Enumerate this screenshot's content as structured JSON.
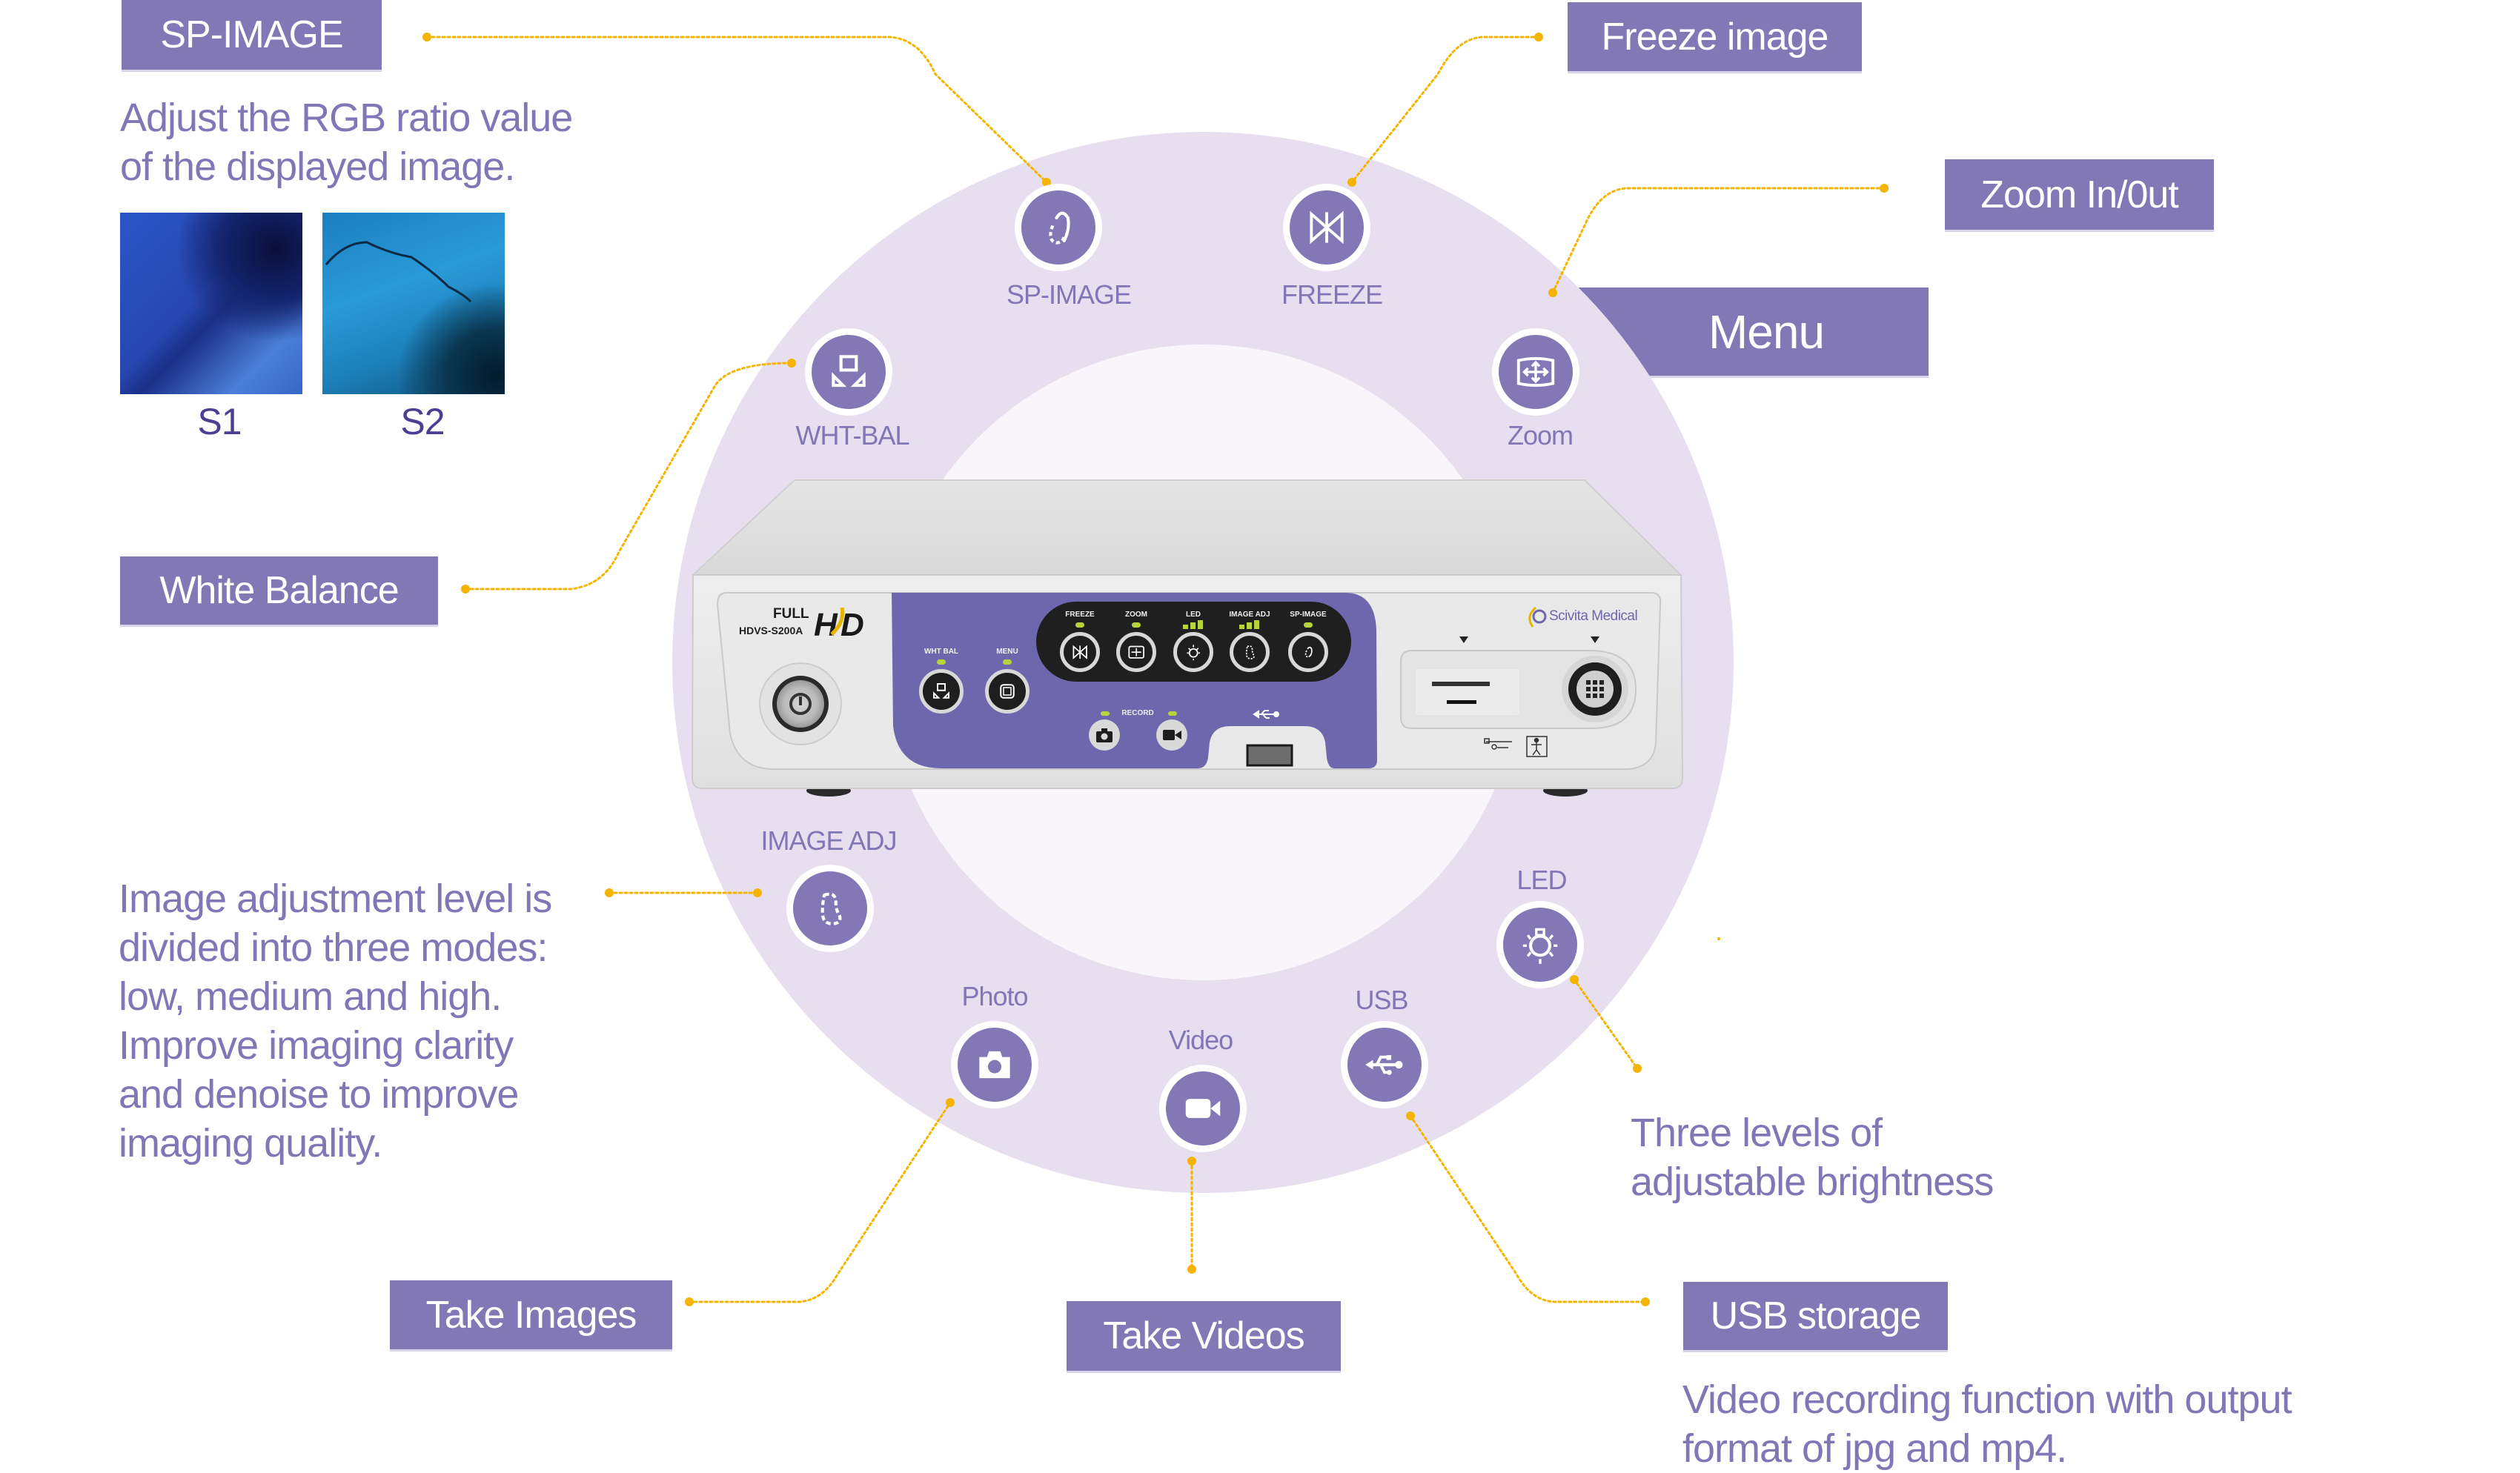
{
  "colors": {
    "accent_purple": "#8278b5",
    "text_purple": "#8177b7",
    "ring_lavender": "#e7dff0",
    "ring_inner": "#f8f6fb",
    "connector_yellow": "#f5b400",
    "thumb_label": "#4b3f93"
  },
  "callouts": {
    "sp_image": "SP-IMAGE",
    "freeze_image": "Freeze image",
    "zoom_in_out": "Zoom In/0ut",
    "menu": "Menu",
    "white_balance": "White Balance",
    "take_images": "Take Images",
    "take_videos": "Take Videos",
    "usb_storage": "USB storage"
  },
  "descriptions": {
    "sp_image": [
      "Adjust the RGB ratio value",
      "of the displayed image."
    ],
    "image_adj": [
      "Image adjustment level is",
      "divided into three modes:",
      "low, medium and high.",
      "Improve imaging clarity",
      "and denoise to improve",
      "imaging quality."
    ],
    "led": [
      "Three levels of",
      "adjustable brightness"
    ],
    "usb": [
      "Video recording function with output",
      "format of jpg and mp4."
    ]
  },
  "thumbnails": [
    {
      "label": "S1",
      "icon": "endoscopy-image-s1"
    },
    {
      "label": "S2",
      "icon": "endoscopy-image-s2"
    }
  ],
  "ring_buttons": [
    {
      "id": "sp-image",
      "label": "SP-IMAGE",
      "icon": "sp-image-icon"
    },
    {
      "id": "freeze",
      "label": "FREEZE",
      "icon": "freeze-icon"
    },
    {
      "id": "wht-bal",
      "label": "WHT-BAL",
      "icon": "white-balance-icon"
    },
    {
      "id": "zoom",
      "label": "Zoom",
      "icon": "zoom-icon"
    },
    {
      "id": "image-adj",
      "label": "IMAGE ADJ",
      "icon": "image-adj-icon"
    },
    {
      "id": "led",
      "label": "LED",
      "icon": "led-icon"
    },
    {
      "id": "photo",
      "label": "Photo",
      "icon": "camera-icon"
    },
    {
      "id": "video",
      "label": "Video",
      "icon": "video-camera-icon"
    },
    {
      "id": "usb",
      "label": "USB",
      "icon": "usb-icon"
    }
  ],
  "device": {
    "brand_full": "FULL",
    "model": "HDVS-S200A",
    "hd_logo": "HD",
    "maker": "Scivita Medical",
    "panel_buttons": [
      {
        "label": "FREEZE",
        "indicator": "dot"
      },
      {
        "label": "ZOOM",
        "indicator": "dot"
      },
      {
        "label": "LED",
        "indicator": "bars"
      },
      {
        "label": "IMAGE ADJ",
        "indicator": "bars"
      },
      {
        "label": "SP-IMAGE",
        "indicator": "dot"
      }
    ],
    "left_buttons": [
      {
        "label": "WHT BAL"
      },
      {
        "label": "MENU"
      }
    ],
    "record_label": "RECORD"
  }
}
